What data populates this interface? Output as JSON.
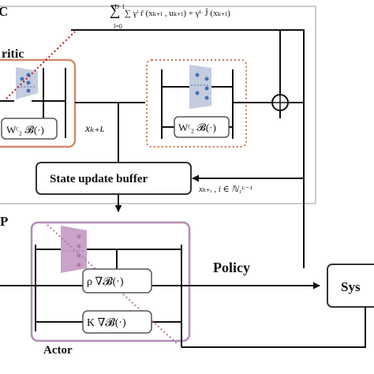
{
  "labels": {
    "corner_top": "C",
    "critic_left": "ritic",
    "mpc_left": "P",
    "sum_formula": "∑ γˡ r̄ (xₖ₊ₗ , uₖ₊ₗ) + γᴸ Ĵ (xₖ₊ₗ)",
    "sum_upper": "L−1",
    "sum_lower": "l=0",
    "critic_basis_left": "Wᶜ₂ 𝓑(·)",
    "critic_basis_right": "Wᶜ₂ 𝓑(·)",
    "xkL": "xₖ₊ʟ",
    "state_buffer": "State update buffer",
    "xki": "xₖ₊ᵢ ,  i ∈ ℕ₁ᴸ⁻¹",
    "policy": "Policy",
    "system": "Sys",
    "actor": "Actor",
    "rho_grad": "ρ ∇𝓑(·)",
    "k_grad": "K ∇𝓑(·)"
  },
  "colors": {
    "critic_box": "#d18a6e",
    "critic_dotted": "#d0734f",
    "actor_box": "#b58db5",
    "actor_dotted": "#b47aa6",
    "red_dotted": "#c0161b",
    "critic_net": "#c3cddf",
    "actor_net": "#c9a3c9",
    "net_dot": "#4a6fb8"
  }
}
